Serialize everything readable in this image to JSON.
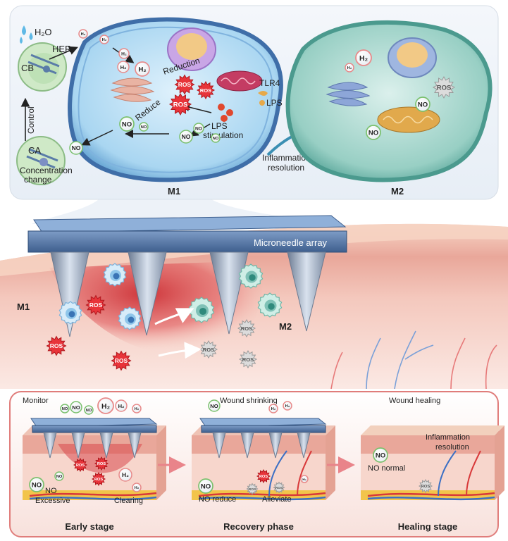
{
  "top": {
    "water": "H₂O",
    "her": "HER",
    "cb": "CB",
    "control": "Control",
    "ca": "CA",
    "concentration_change": "Concentration change",
    "reduction": "Reduction",
    "reduce": "Reduce",
    "tlr4": "TLR4",
    "lps": "LPS",
    "lps_stimulation": "LPS stimulation",
    "inflammation_resolution": "Inflammation resolution",
    "m1": "M1",
    "m2": "M2",
    "h2": "H₂",
    "ros": "ROS",
    "no": "NO"
  },
  "middle": {
    "microneedle_array": "Microneedle array",
    "m1": "M1",
    "m2": "M2",
    "ros": "ROS"
  },
  "bottom": {
    "panels": [
      {
        "title": "Early stage",
        "top_label": "Monitor",
        "notes": [
          "NO",
          "Excessive",
          "Clearing"
        ]
      },
      {
        "title": "Recovery phase",
        "top_label": "Wound shrinking",
        "notes": [
          "NO reduce",
          "Alleviate"
        ]
      },
      {
        "title": "Healing stage",
        "top_label": "Wound healing",
        "notes": [
          "NO normal",
          "Inflammation resolution"
        ]
      }
    ]
  },
  "colors": {
    "m1_cell": "#8fc6ea",
    "m2_cell": "#7fc1b6",
    "ros": "#e8343a",
    "no": "#7ac06c",
    "h2": "#e88a8a",
    "skin": "#f2b8aa",
    "needle": "#9aa8bd",
    "array": "#4d6f9e"
  }
}
